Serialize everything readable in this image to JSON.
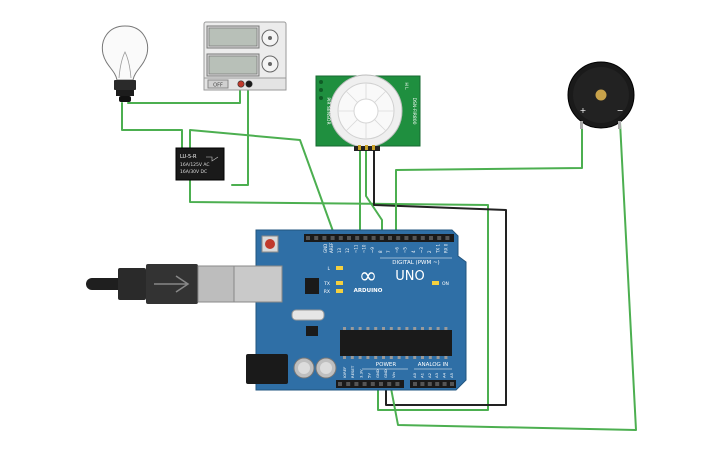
{
  "arduino": {
    "brand_logo": "∞",
    "model": "UNO",
    "brand": "ARDUINO",
    "digital_header": "DIGITAL (PWM ~)",
    "power_header": "POWER",
    "analog_header": "ANALOG IN",
    "led_l": "L",
    "led_tx": "TX",
    "led_rx": "RX",
    "led_on": "ON",
    "aref": "AREF",
    "gnd": "GND",
    "digital_pins": [
      "13",
      "12",
      "~11",
      "~10",
      "~9",
      "8",
      "7",
      "~6",
      "~5",
      "4",
      "~3",
      "2",
      "TX 1",
      "RX 0"
    ],
    "power_pins": [
      "IOREF",
      "RESET",
      "3.3V",
      "5V",
      "GND",
      "GND",
      "Vin"
    ],
    "analog_pins": [
      "A0",
      "A1",
      "A2",
      "A3",
      "A4",
      "A5"
    ]
  },
  "pir": {
    "side_left": "PIR SENSOR",
    "side_right": "DSN-FIR800",
    "top_marks": "H  L"
  },
  "relay": {
    "model": "LU-5-R",
    "rating_ac": "16A/125V AC",
    "rating_dc": "16A/30V DC"
  },
  "power_supply": {
    "button": "OFF"
  },
  "buzzer": {
    "plus": "+",
    "minus": "−"
  },
  "colors": {
    "board": "#2f6fa6",
    "wire_green": "#4caf50",
    "wire_black": "#222222",
    "pir_board": "#1f8f3f",
    "buzzer": "#1a1a1a"
  }
}
